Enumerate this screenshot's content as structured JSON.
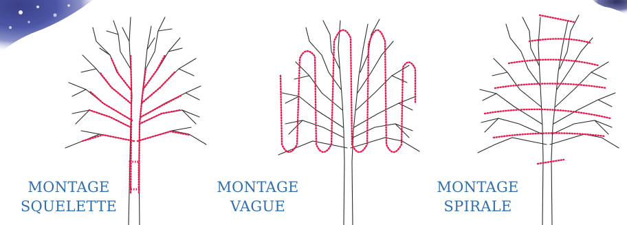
{
  "colors": {
    "branch": "#2b2b2b",
    "lights": "#e8184a",
    "caption": "#2f6fb0",
    "night_glow": "#5a5fa8"
  },
  "diagrams": [
    {
      "id": "squelette",
      "line1": "MONTAGE",
      "line2": "SQUELETTE"
    },
    {
      "id": "vague",
      "line1": "MONTAGE",
      "line2": "VAGUE"
    },
    {
      "id": "spirale",
      "line1": "MONTAGE",
      "line2": "SPIRALE"
    }
  ]
}
